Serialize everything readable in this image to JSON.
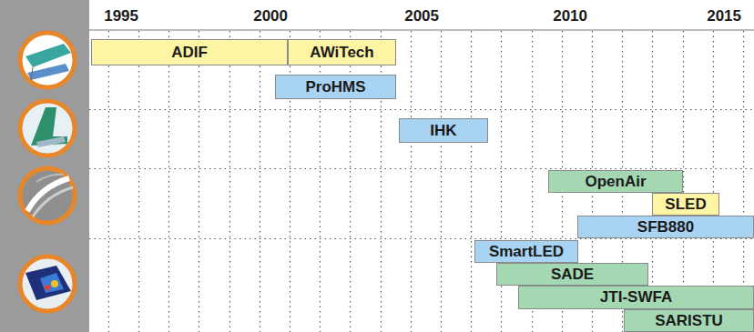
{
  "diagram": {
    "nodes": [
      {
        "text": [
          "ADIF"
        ]
      },
      {
        "text": [
          "AWiTech"
        ]
      },
      {
        "text": [
          "ProHMS"
        ]
      },
      {
        "text": [
          "IHK"
        ]
      },
      {
        "text": [
          "OpenAir"
        ]
      },
      {
        "text": [
          "SLED"
        ]
      },
      {
        "text": [
          "SFB880"
        ]
      },
      {
        "text": [
          "SmartLED"
        ]
      },
      {
        "text": [
          "SADE"
        ]
      },
      {
        "text": [
          "JTI-SWFA"
        ]
      },
      {
        "text": [
          "SARISTU"
        ]
      }
    ],
    "labels": [
      "1995",
      "2000",
      "2005",
      "2010",
      "2015"
    ]
  }
}
